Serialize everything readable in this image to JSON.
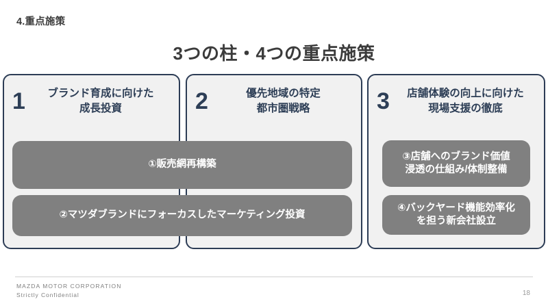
{
  "slide": {
    "section_label": "4.重点施策",
    "title": "3つの柱・4つの重点施策",
    "page_number": "18",
    "colors": {
      "card_border": "#2c3c55",
      "card_background": "#f1f1f1",
      "number_text": "#2d3e56",
      "pill_background": "#808080",
      "pill_text": "#ffffff",
      "title_text": "#3b3b3b",
      "footer_text": "#808080"
    }
  },
  "pillars": [
    {
      "number": "1",
      "title": "ブランド育成に向けた\n成長投資"
    },
    {
      "number": "2",
      "title": "優先地域の特定\n都市圏戦略"
    },
    {
      "number": "3",
      "title": "店舗体験の向上に向けた\n現場支援の徹底"
    }
  ],
  "measures": [
    {
      "id": "measure-1",
      "text": "①販売網再構築",
      "spans_pillars": "1-2"
    },
    {
      "id": "measure-2",
      "text": "②マツダブランドにフォーカスしたマーケティング投資",
      "spans_pillars": "1-2"
    },
    {
      "id": "measure-3",
      "text": "③店舗へのブランド価値\n浸透の仕組み/体制整備",
      "spans_pillars": "3"
    },
    {
      "id": "measure-4",
      "text": "④バックヤード機能効率化\nを担う新会社設立",
      "spans_pillars": "3"
    }
  ],
  "footer": {
    "company": "MAZDA MOTOR CORPORATION",
    "confidentiality": "Strictly Confidential"
  }
}
